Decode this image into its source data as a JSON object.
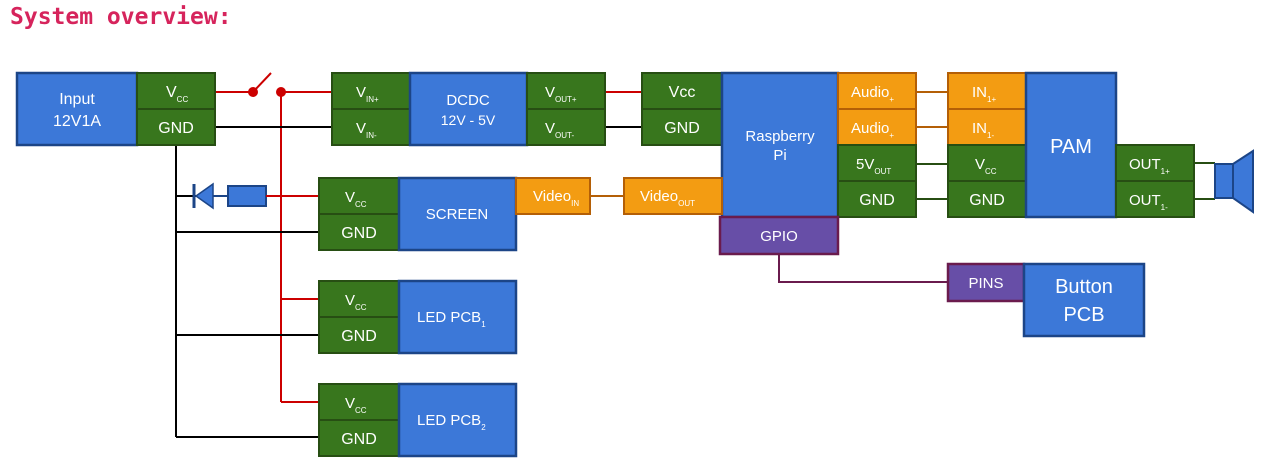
{
  "heading": "System overview:",
  "input_block": {
    "line1": "Input",
    "line2": "12V1A",
    "vcc": "V",
    "vcc_sub": "CC",
    "gnd": "GND"
  },
  "dcdc": {
    "label1": "DCDC",
    "label2": "12V - 5V",
    "vin_plus": "V",
    "vin_plus_sub": "IN+",
    "vin_minus": "V",
    "vin_minus_sub": "IN-",
    "vout_plus": "V",
    "vout_plus_sub": "OUT+",
    "vout_minus": "V",
    "vout_minus_sub": "OUT-"
  },
  "raspberry": {
    "label1": "Raspberry",
    "label2": "Pi",
    "vcc": "Vcc",
    "gnd": "GND",
    "audio1": "Audio",
    "audio1_sub": "+",
    "audio2": "Audio",
    "audio2_sub": "+",
    "v5out": "5V",
    "v5out_sub": "OUT",
    "gnd2": "GND",
    "video_out": "Video",
    "video_out_sub": "OUT",
    "gpio": "GPIO"
  },
  "pam": {
    "label": "PAM",
    "in1p": "IN",
    "in1p_sub": "1+",
    "in1m": "IN",
    "in1m_sub": "1-",
    "vcc": "V",
    "vcc_sub": "CC",
    "gnd": "GND",
    "out1p": "OUT",
    "out1p_sub": "1+",
    "out1m": "OUT",
    "out1m_sub": "1-"
  },
  "screen": {
    "label": "SCREEN",
    "vcc": "V",
    "vcc_sub": "CC",
    "gnd": "GND",
    "video_in": "Video",
    "video_in_sub": "IN"
  },
  "led1": {
    "label": "LED PCB",
    "label_sub": "1",
    "vcc": "V",
    "vcc_sub": "CC",
    "gnd": "GND"
  },
  "led2": {
    "label": "LED PCB",
    "label_sub": "2",
    "vcc": "V",
    "vcc_sub": "CC",
    "gnd": "GND"
  },
  "button": {
    "label1": "Button",
    "label2": "PCB",
    "pins": "PINS"
  },
  "colors": {
    "block_blue": "#3c78d8",
    "terminal_green": "#38761d",
    "signal_orange": "#f39c12",
    "gpio_purple": "#674ea7",
    "power_wire": "#cc0000",
    "ground_wire": "#000000",
    "heading": "#d6245c"
  }
}
